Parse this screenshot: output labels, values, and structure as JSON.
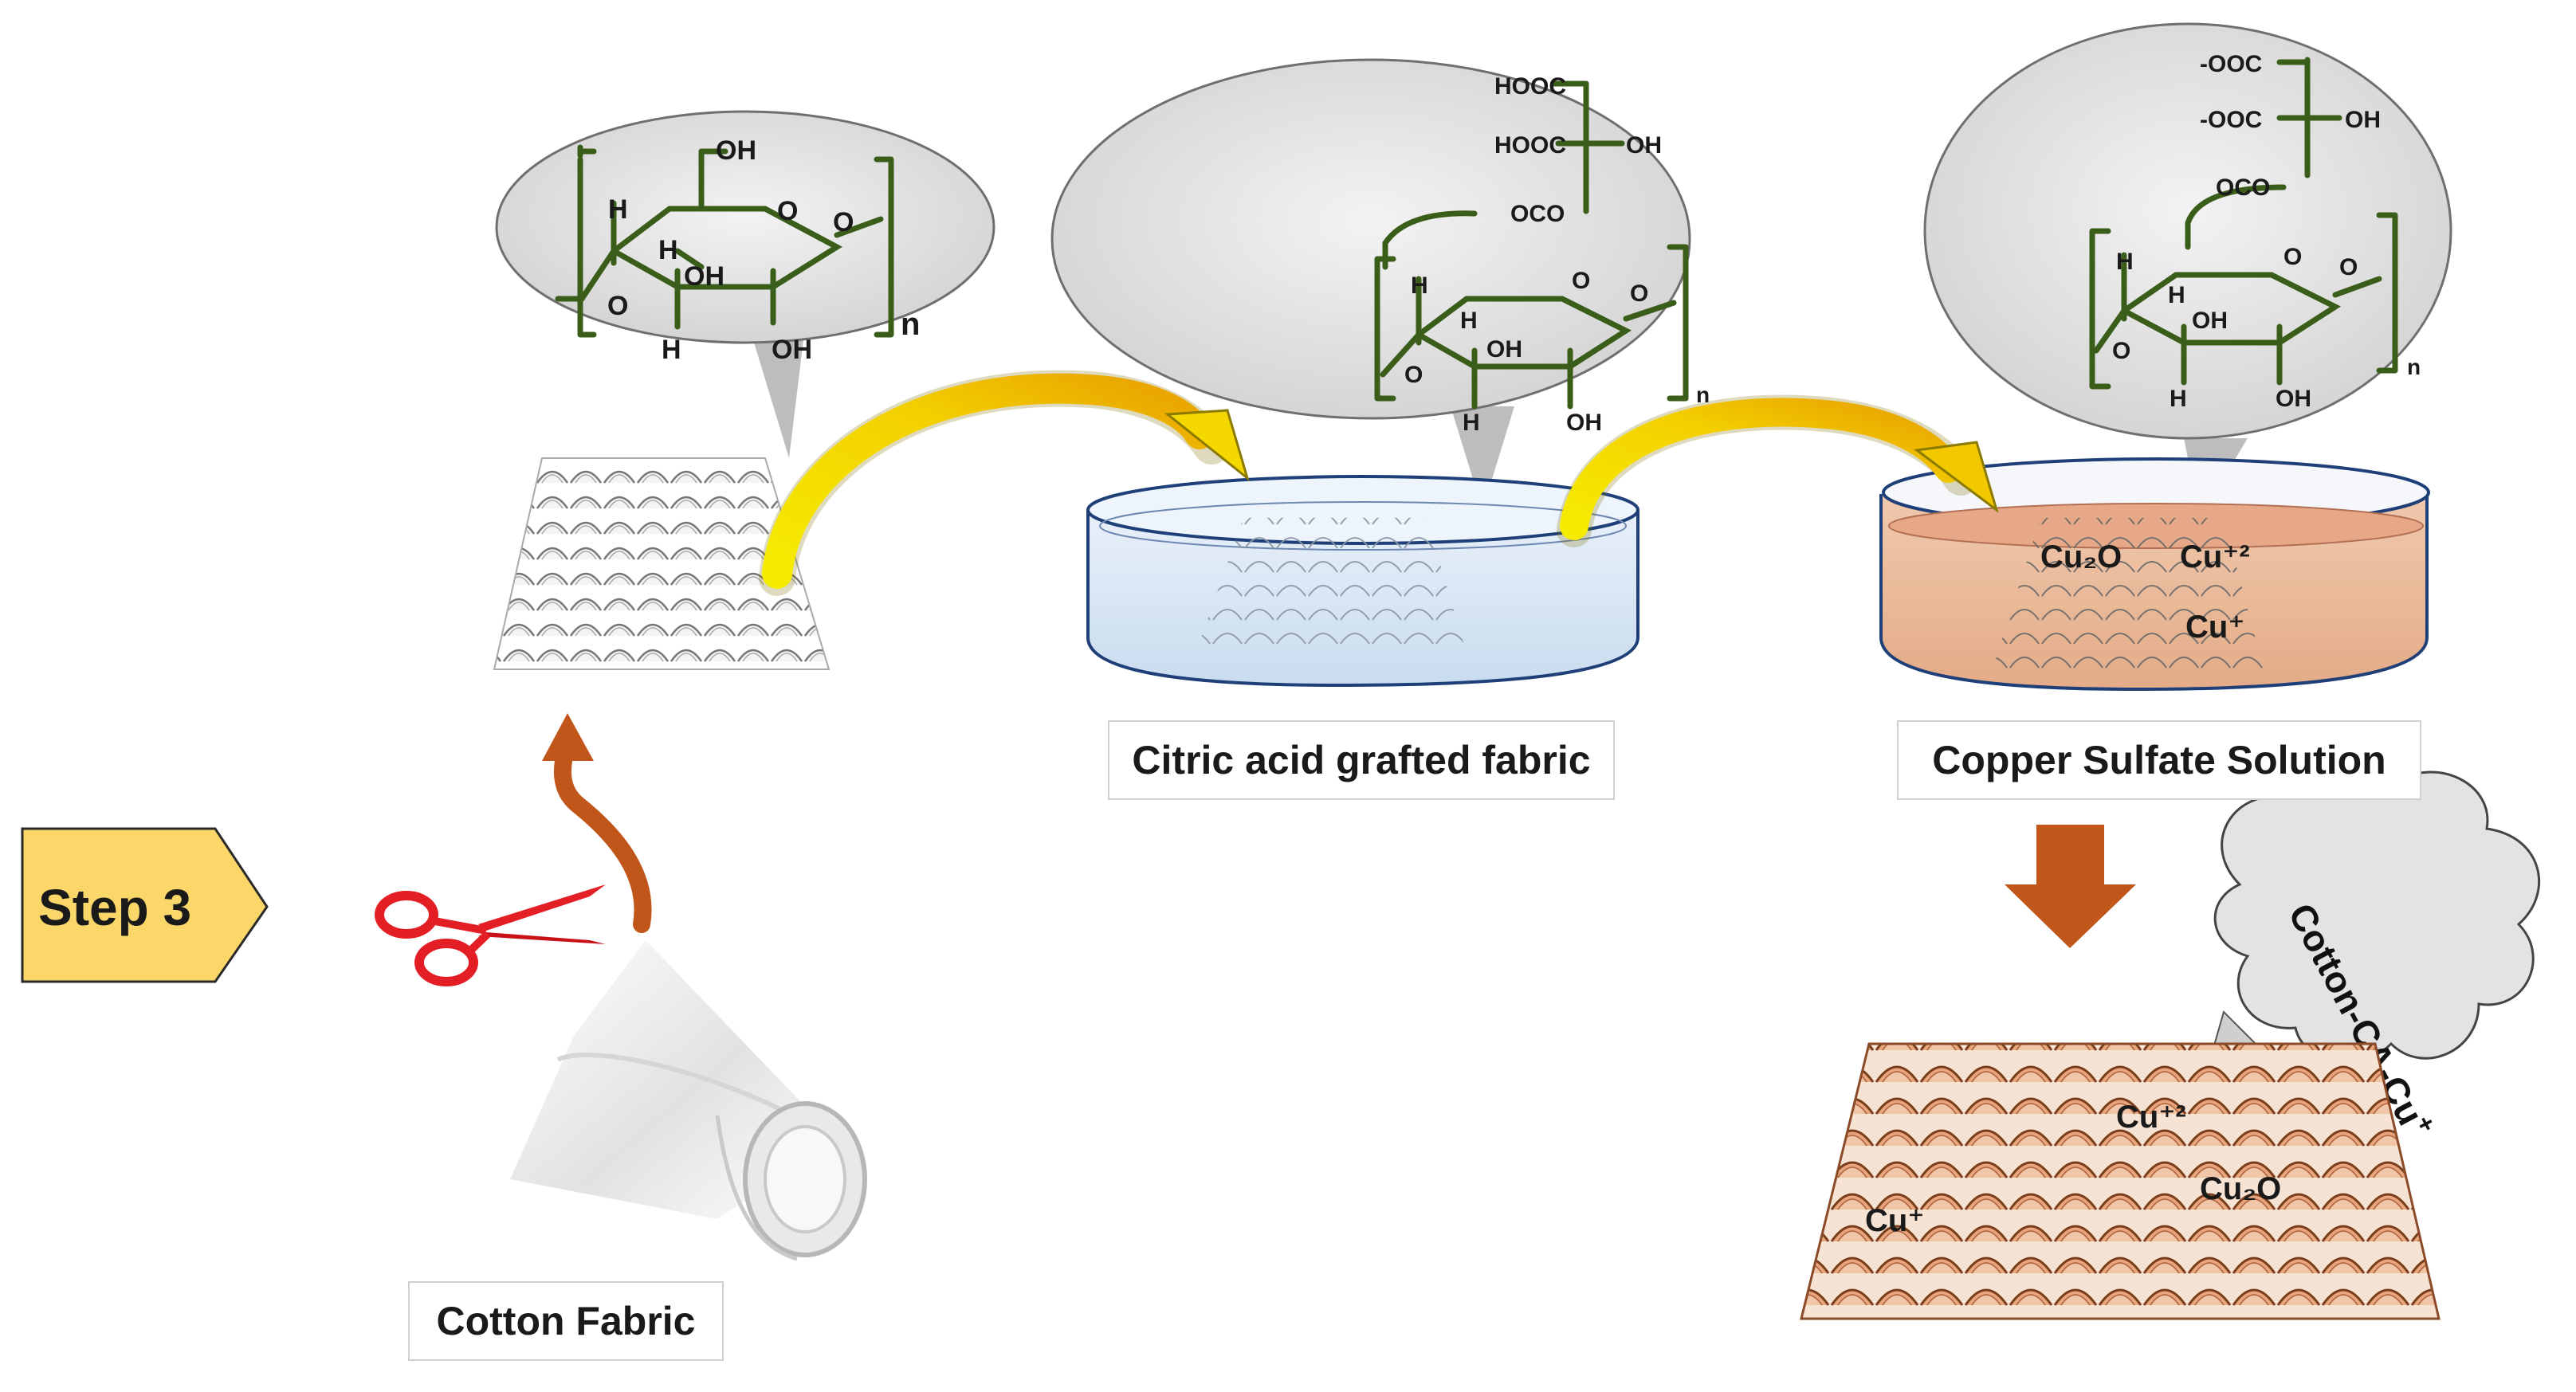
{
  "step": {
    "label": "Step 3"
  },
  "labels": {
    "cotton_fabric": "Cotton Fabric",
    "citric_acid": "Citric acid grafted fabric",
    "copper_sulfate": "Copper Sulfate Solution",
    "final_product": "Cotton-CA-Cu",
    "final_product_sup": "+"
  },
  "structures": {
    "cellulose": {
      "oh_top": "OH",
      "o_ring": "O",
      "o_link": "O",
      "h1": "H",
      "h2": "H",
      "oh_mid": "OH",
      "o_left": "O",
      "h3": "H",
      "oh_bot": "OH",
      "n": "n"
    },
    "citric": {
      "hooc1": "HOOC",
      "hooc2": "HOOC",
      "oh_side": "OH",
      "oco": "OCO",
      "o_ring": "O",
      "o_link": "O",
      "h1": "H",
      "h2": "H",
      "oh_mid": "OH",
      "o_left": "O",
      "h3": "H",
      "oh_bot": "OH",
      "n": "n"
    },
    "copper": {
      "ooc1": "-OOC",
      "ooc2": "-OOC",
      "oh_side": "OH",
      "oco": "OCO",
      "o_ring": "O",
      "o_link": "O",
      "h1": "H",
      "h2": "H",
      "oh_mid": "OH",
      "o_left": "O",
      "h3": "H",
      "oh_bot": "OH",
      "n": "n"
    }
  },
  "solution_ions": {
    "cu2o": "Cu₂O",
    "cu2": "Cu⁺²",
    "cu1": "Cu⁺"
  },
  "fabric_ions": {
    "cu2": "Cu⁺²",
    "cu2o": "Cu₂O",
    "cu1": "Cu⁺"
  },
  "colors": {
    "bond": "#3a5e1a",
    "arrow_yellow": "#f5e400",
    "arrow_orange": "#c0561a",
    "solution": "#f0c4a8",
    "water": "#dde9f5",
    "step_fill": "#fbd769",
    "copper_fabric": "#e0a080"
  }
}
